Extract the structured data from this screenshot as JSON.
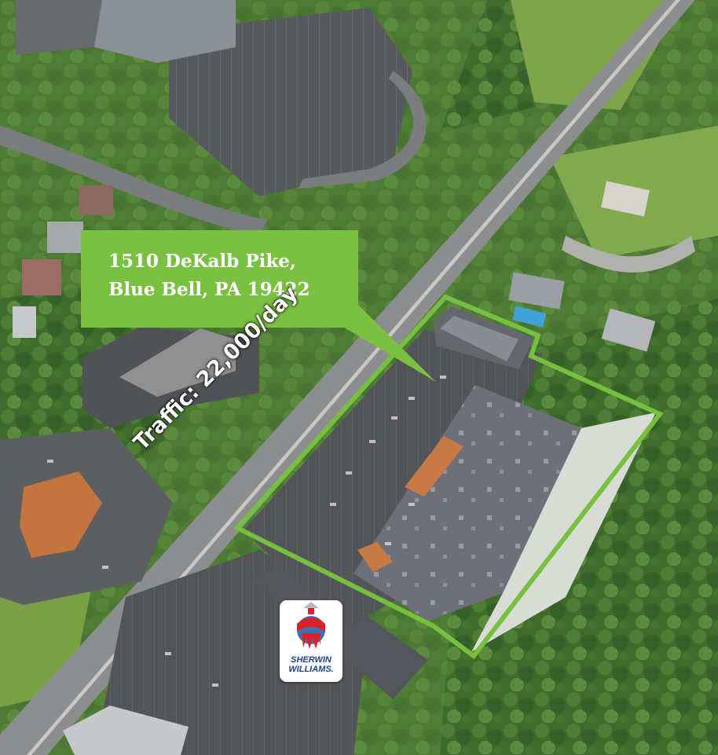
{
  "callout": {
    "line1": "1510 DeKalb Pike,",
    "line2": "Blue Bell, PA 19422"
  },
  "traffic_label": "Traffic: 22,000/day",
  "logo": {
    "icon": "sherwin-williams-logo",
    "line1": "SHERWIN",
    "line2": "WILLIAMS."
  },
  "colors": {
    "accent_green": "#7ac142",
    "boundary_green": "#76bf3f",
    "callout_text": "#ffffff"
  }
}
